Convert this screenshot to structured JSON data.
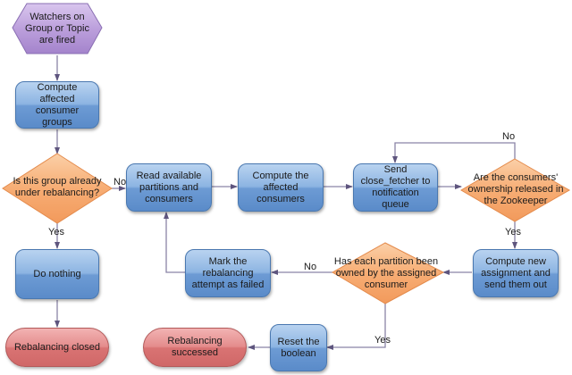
{
  "diagram": {
    "type": "flowchart",
    "colors": {
      "start": "#b89ad6",
      "process": "#7ea8dc",
      "decision": "#f5a86a",
      "terminal": "#dd7a7a",
      "connector": "#6a5f8a"
    },
    "nodes": {
      "start": "Watchers on Group or Topic are fired",
      "compute_groups": "Compute affected consumer groups",
      "decision_rebalancing": "Is this group already under rebalancing?",
      "do_nothing": "Do nothing",
      "closed": "Rebalancing closed",
      "read_partitions": "Read available partitions and consumers",
      "compute_consumers": "Compute the affected consumers",
      "send_close": "Send close_fetcher to notification queue",
      "decision_ownership": "Are the consumers' ownership released in the Zookeeper",
      "compute_assignment": "Compute new assignment and send them out",
      "decision_owned": "Has each partition been owned by the assigned consumer",
      "mark_failed": "Mark the rebalancing attempt as failed",
      "reset_boolean": "Reset the boolean",
      "successed": "Rebalancing successed"
    },
    "edge_labels": {
      "rebalancing_no": "No",
      "rebalancing_yes": "Yes",
      "ownership_no": "No",
      "ownership_yes": "Yes",
      "owned_no": "No",
      "owned_yes": "Yes"
    }
  }
}
